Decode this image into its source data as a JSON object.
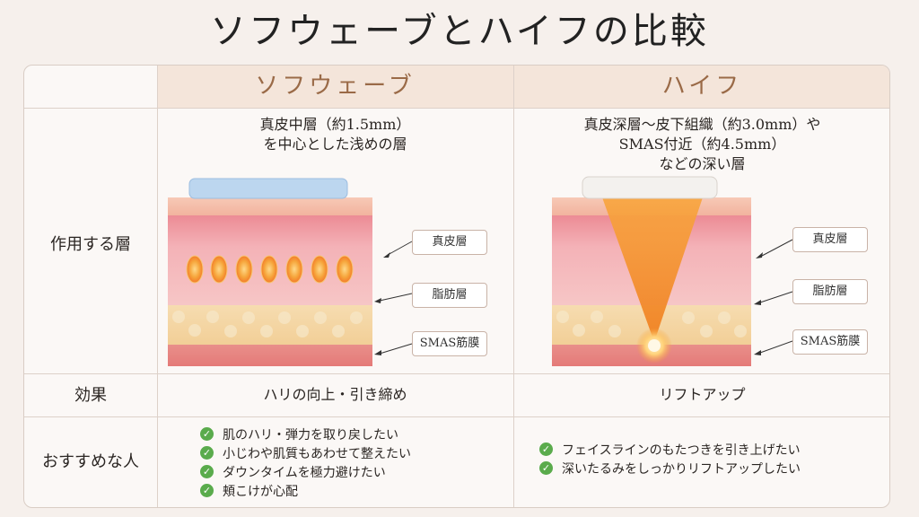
{
  "title": "ソフウェーブとハイフの比較",
  "columns": {
    "sofwave": "ソフウェーブ",
    "hifu": "ハイフ"
  },
  "rows": {
    "layer": "作用する層",
    "effect": "効果",
    "recommended": "おすすめな人"
  },
  "sofwave": {
    "layer_desc_1": "真皮中層（約1.5mm）",
    "layer_desc_2": "を中心とした浅めの層",
    "effect": "ハリの向上・引き締め",
    "recommend": [
      "肌のハリ・弾力を取り戻したい",
      "小じわや肌質もあわせて整えたい",
      "ダウンタイムを極力避けたい",
      "頬こけが心配"
    ]
  },
  "hifu": {
    "layer_desc_1": "真皮深層〜皮下組織（約3.0mm）や",
    "layer_desc_2": "SMAS付近（約4.5mm）",
    "layer_desc_3": "などの深い層",
    "effect": "リフトアップ",
    "recommend": [
      "フェイスラインのもたつきを引き上げたい",
      "深いたるみをしっかりリフトアップしたい"
    ]
  },
  "labels": {
    "dermis": "真皮層",
    "fat": "脂肪層",
    "smas": "SMAS筋膜"
  },
  "colors": {
    "accent": "#9a6a47",
    "check": "#5aab4c",
    "hifu_beam": "#f39a2c",
    "sofwave_head": "#bcd6ef"
  }
}
